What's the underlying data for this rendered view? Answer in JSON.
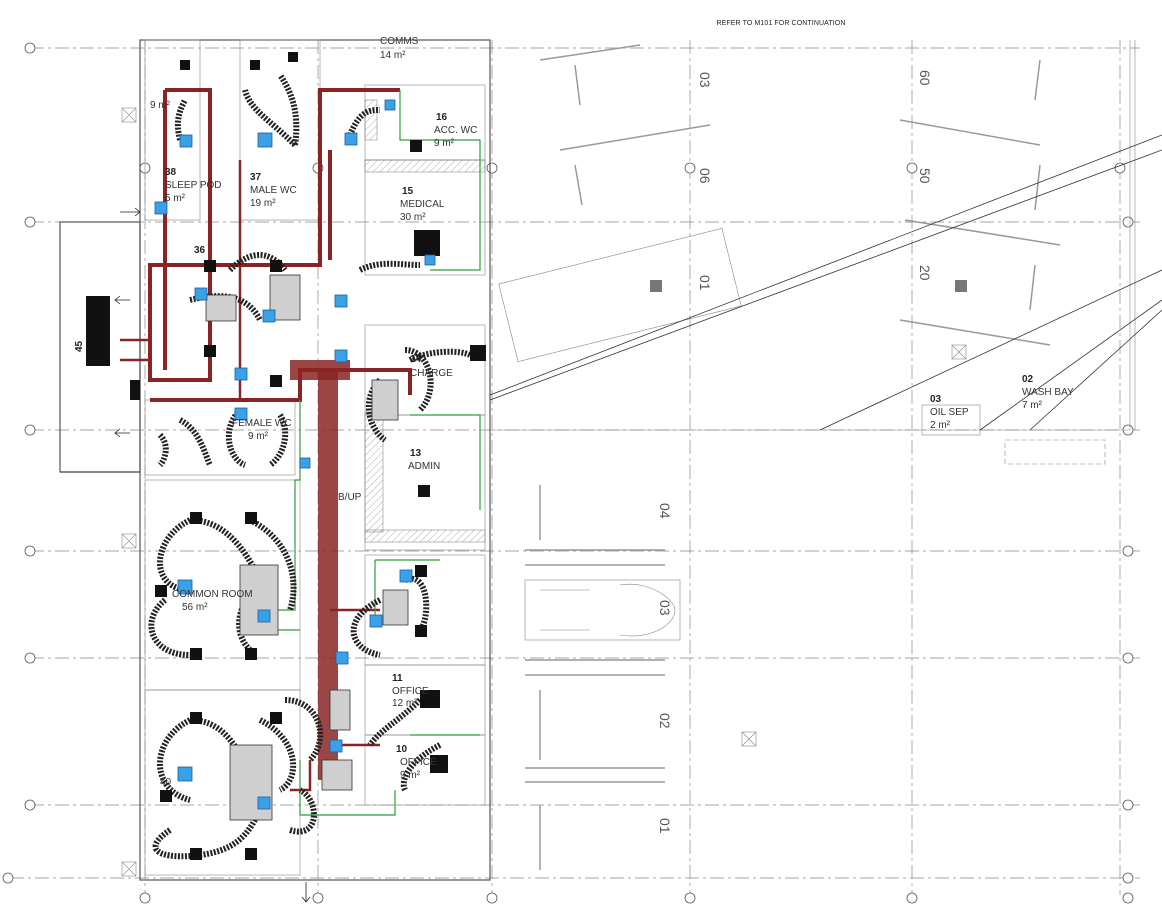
{
  "sheet": {
    "reference_note": "REFER TO M101 FOR CONTINUATION"
  },
  "rooms": [
    {
      "key": "comms",
      "number": "",
      "name": "COMMS",
      "area": "14 m²"
    },
    {
      "key": "accwc",
      "number": "16",
      "name": "ACC. WC",
      "area": "9 m²"
    },
    {
      "key": "medical",
      "number": "15",
      "name": "MEDICAL",
      "area": "30 m²"
    },
    {
      "key": "sleeppod",
      "number": "38",
      "name": "SLEEP POD",
      "area": "5 m²"
    },
    {
      "key": "malewc",
      "number": "37",
      "name": "MALE WC",
      "area": "19 m²"
    },
    {
      "key": "room36",
      "number": "36",
      "name": "",
      "area": ""
    },
    {
      "key": "room45",
      "number": "45",
      "name": "",
      "area": ""
    },
    {
      "key": "charge",
      "number": "14",
      "name": "CHARGE",
      "area": ""
    },
    {
      "key": "femalewc",
      "number": "",
      "name": "FEMALE WC",
      "area": "9 m²"
    },
    {
      "key": "admin",
      "number": "13",
      "name": "ADMIN",
      "area": ""
    },
    {
      "key": "commonroom",
      "number": "",
      "name": "COMMON ROOM",
      "area": "56 m²"
    },
    {
      "key": "office11",
      "number": "11",
      "name": "OFFICE",
      "area": "12 m²"
    },
    {
      "key": "office10",
      "number": "10",
      "name": "OFFICE",
      "area": "9 m²"
    },
    {
      "key": "oilsep",
      "number": "03",
      "name": "OIL SEP",
      "area": "2 m²"
    },
    {
      "key": "washbay",
      "number": "02",
      "name": "WASH BAY",
      "area": "7 m²"
    },
    {
      "key": "pm",
      "number": "",
      "name": "9 m²",
      "area": ""
    },
    {
      "key": "bup",
      "number": "",
      "name": "B/UP",
      "area": ""
    },
    {
      "key": "room40",
      "number": "",
      "name": "",
      "area": "40"
    }
  ],
  "bays": [
    "03",
    "60",
    "06",
    "50",
    "01",
    "20",
    "04",
    "03",
    "02",
    "01"
  ],
  "grid_markers": {
    "left": [
      "",
      "",
      "",
      "",
      "",
      "",
      "",
      ""
    ],
    "right": [
      "",
      "",
      "",
      "",
      "",
      "",
      "",
      ""
    ]
  },
  "colors": {
    "duct": "#8a2424",
    "pipe": "#2e9e3a",
    "diffuser": "#3aa0e8",
    "wall": "#555555"
  }
}
